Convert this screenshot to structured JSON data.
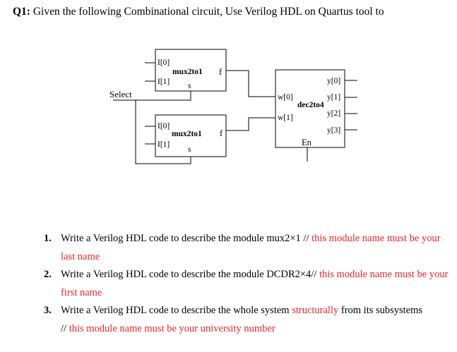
{
  "question": {
    "label": "Q1:",
    "text": " Given the following Combinational circuit, Use Verilog HDL on Quartus tool to"
  },
  "circuit": {
    "select_label": "Select",
    "mux_top": {
      "in0": "I[0]",
      "in1": "I[1]",
      "name": "mux2to1",
      "out": "f",
      "sel": "s"
    },
    "mux_bottom": {
      "in0": "I[0]",
      "in1": "I[1]",
      "name": "mux2to1",
      "out": "f",
      "sel": "s"
    },
    "decoder": {
      "name": "dec2to4",
      "w0": "w[0]",
      "w1": "w[1]",
      "y0": "y[0]",
      "y1": "y[1]",
      "y2": "y[2]",
      "y3": "y[3]",
      "en": "En"
    }
  },
  "tasks": [
    {
      "num": "1.",
      "black": "Write a Verilog HDL code to describe the module mux2×1 // ",
      "red": "this module name must be your last name",
      "tail": ""
    },
    {
      "num": "2.",
      "black": "Write a Verilog HDL code to describe the module DCDR2×4// ",
      "red": "this module name must be your first name",
      "tail": ""
    },
    {
      "num": "3.",
      "black": "Write a Verilog HDL code to describe the whole system ",
      "red": "structurally",
      "tail": " from its subsystems",
      "comment_black": "// ",
      "comment_red": "this module name must be your university number"
    }
  ],
  "colors": {
    "accent_red": "#e8262a",
    "text": "#000000"
  }
}
